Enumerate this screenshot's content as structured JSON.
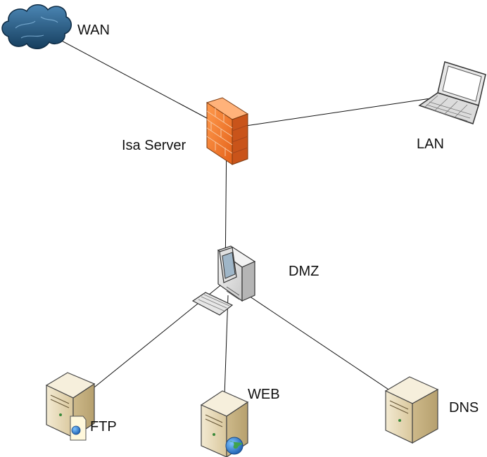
{
  "nodes": {
    "wan": {
      "label": "WAN",
      "icon": "cloud-icon"
    },
    "isa": {
      "label": "Isa Server",
      "icon": "firewall-icon"
    },
    "lan": {
      "label": "LAN",
      "icon": "laptop-icon"
    },
    "dmz": {
      "label": "DMZ",
      "icon": "workstation-icon"
    },
    "ftp": {
      "label": "FTP",
      "icon": "ftp-server-icon"
    },
    "web": {
      "label": "WEB",
      "icon": "web-server-icon"
    },
    "dns": {
      "label": "DNS",
      "icon": "dns-server-icon"
    }
  },
  "links": [
    {
      "from": "wan",
      "to": "isa"
    },
    {
      "from": "isa",
      "to": "lan"
    },
    {
      "from": "isa",
      "to": "dmz"
    },
    {
      "from": "dmz",
      "to": "ftp"
    },
    {
      "from": "dmz",
      "to": "web"
    },
    {
      "from": "dmz",
      "to": "dns"
    }
  ],
  "colors": {
    "line": "#111111",
    "cloud": "#1e4f78",
    "firewall": "#f07a2a",
    "server": "#e6d8b4"
  }
}
